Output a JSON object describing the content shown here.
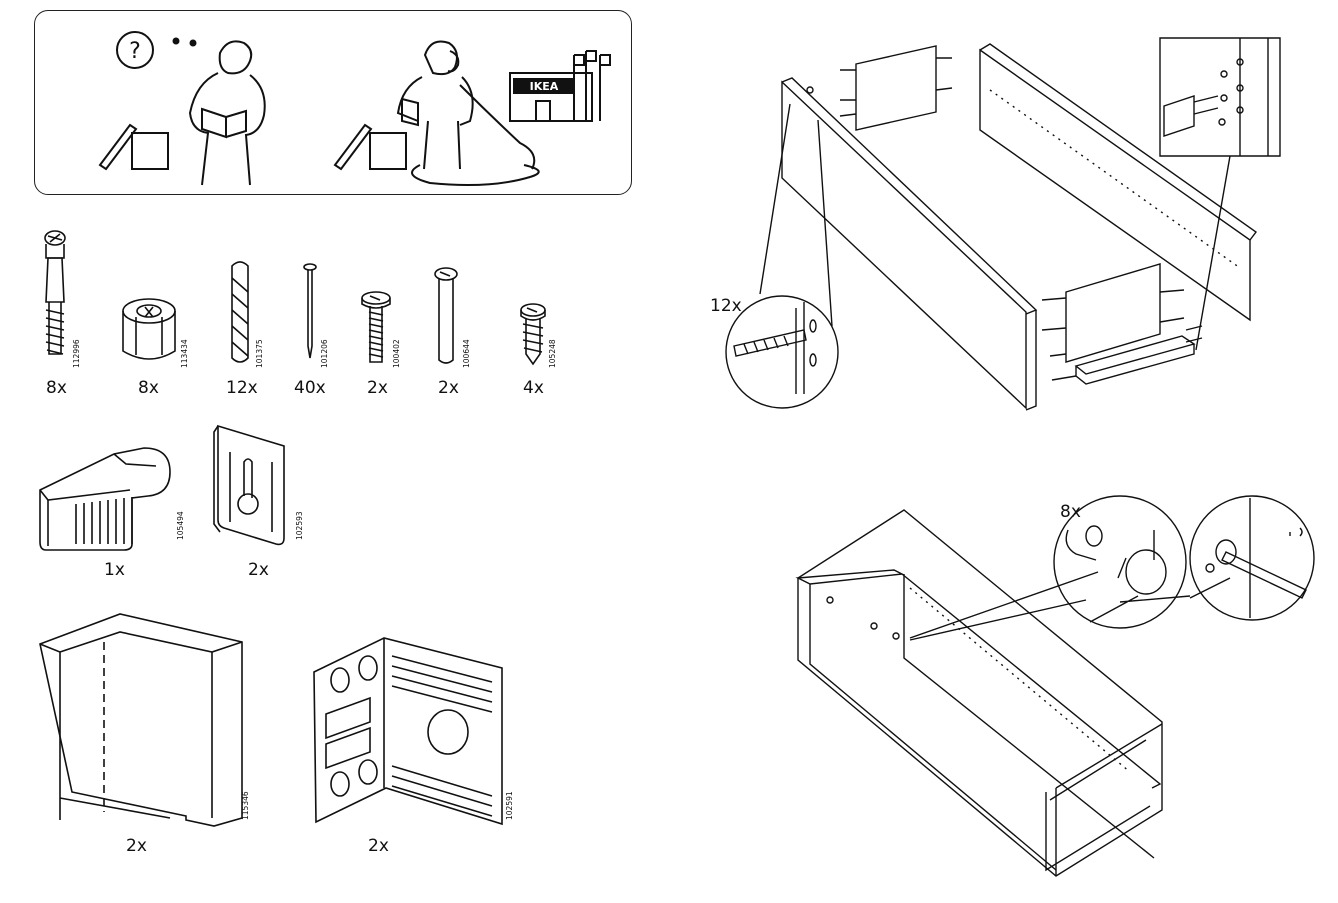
{
  "header_panel": {
    "question_mark": "?",
    "store_sign": "IKEA"
  },
  "hardware": [
    {
      "id": "cam-bolt",
      "part_number": "112996",
      "quantity": "8x"
    },
    {
      "id": "cam-lock",
      "part_number": "113434",
      "quantity": "8x"
    },
    {
      "id": "wood-dowel",
      "part_number": "101375",
      "quantity": "12x"
    },
    {
      "id": "nail",
      "part_number": "101206",
      "quantity": "40x"
    },
    {
      "id": "machine-screw",
      "part_number": "100402",
      "quantity": "2x"
    },
    {
      "id": "pin",
      "part_number": "100644",
      "quantity": "2x"
    },
    {
      "id": "short-screw",
      "part_number": "105248",
      "quantity": "4x"
    },
    {
      "id": "plastic-wedge",
      "part_number": "105494",
      "quantity": "1x"
    },
    {
      "id": "keyhole-plate",
      "part_number": "102593",
      "quantity": "2x"
    },
    {
      "id": "corner-block",
      "part_number": "115346",
      "quantity": "2x"
    },
    {
      "id": "angle-bracket",
      "part_number": "102591",
      "quantity": "2x"
    }
  ],
  "steps": {
    "dowel_step_quantity": "12x",
    "cam_lock_step_quantity": "8x"
  }
}
